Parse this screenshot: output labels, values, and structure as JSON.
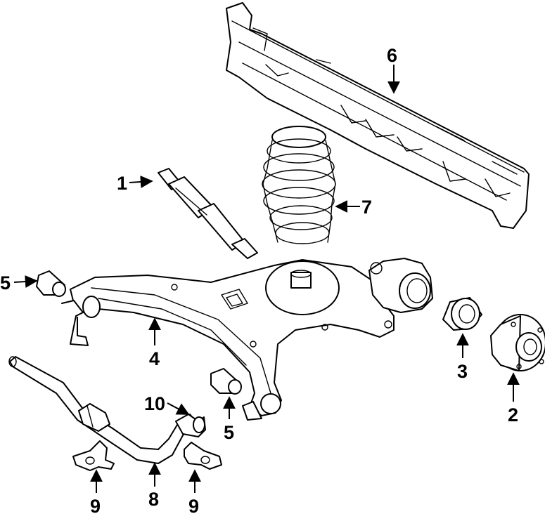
{
  "callouts": [
    {
      "id": "c1",
      "label": "1"
    },
    {
      "id": "c2",
      "label": "2"
    },
    {
      "id": "c3",
      "label": "3"
    },
    {
      "id": "c4",
      "label": "4"
    },
    {
      "id": "c5a",
      "label": "5"
    },
    {
      "id": "c5b",
      "label": "5"
    },
    {
      "id": "c6",
      "label": "6"
    },
    {
      "id": "c7",
      "label": "7"
    },
    {
      "id": "c8",
      "label": "8"
    },
    {
      "id": "c9a",
      "label": "9"
    },
    {
      "id": "c9b",
      "label": "9"
    },
    {
      "id": "c10",
      "label": "10"
    }
  ],
  "colors": {
    "line": "#000000",
    "background": "#ffffff"
  }
}
